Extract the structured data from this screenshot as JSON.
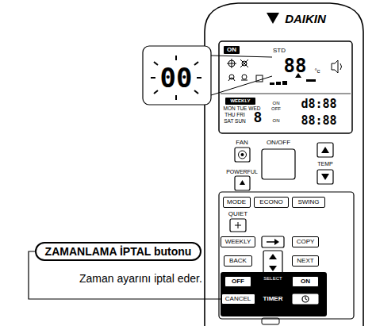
{
  "diagram": {
    "nodes": [
      {
        "text": [
          "ON"
        ]
      },
      {
        "text": [
          "WEEKLY"
        ]
      },
      {
        "text": [
          "MODE"
        ]
      },
      {
        "text": [
          "ECONO"
        ]
      },
      {
        "text": [
          "SWING"
        ]
      },
      {
        "text": [
          "WEEKLY"
        ]
      },
      {
        "text": [
          "COPY"
        ]
      },
      {
        "text": [
          "BACK"
        ]
      },
      {
        "text": [
          "NEXT"
        ]
      },
      {
        "text": [
          "OFF"
        ]
      },
      {
        "text": [
          "ON"
        ]
      },
      {
        "text": [
          "CANCEL"
        ]
      },
      {
        "text": [
          "ZAMANLAMA İPTAL butonu"
        ]
      }
    ],
    "edges": [
      {
        "from": 12,
        "to": 11,
        "arrow": "none"
      }
    ],
    "labels": [
      "00",
      "DAIKIN",
      "STD",
      "88",
      "°c",
      "MON TUE WED",
      "THU FRI",
      "SAT SUN",
      "8",
      "ON",
      "OFF",
      "d8:88",
      "ON",
      "88:88",
      "FAN",
      "ON/OFF",
      "POWERFUL",
      "TEMP",
      "QUIET",
      "SELECT",
      "TIMER",
      "Zaman ayarını iptal eder."
    ]
  }
}
